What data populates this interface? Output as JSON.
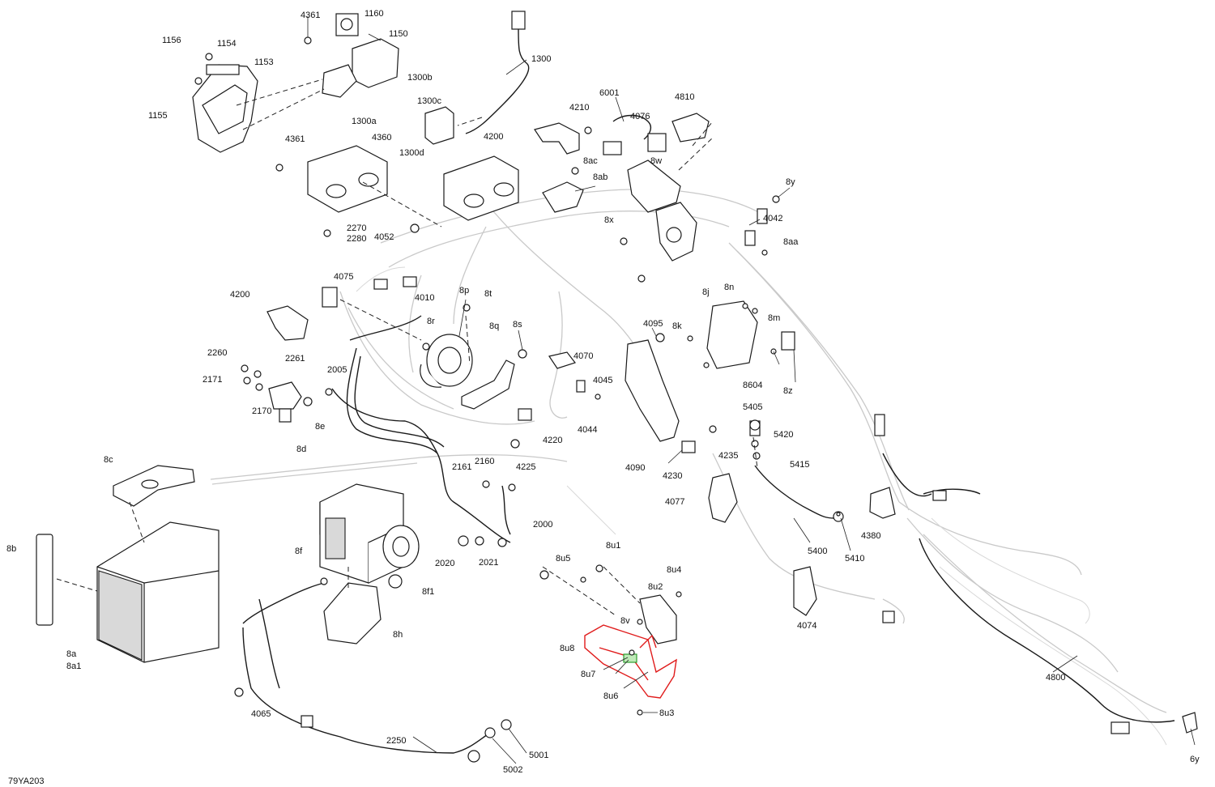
{
  "figure_id": "79YA203",
  "callouts": [
    "4361",
    "1160",
    "1150",
    "1156",
    "1154",
    "1153",
    "1155",
    "1300",
    "1300b",
    "1300c",
    "1300a",
    "1300d",
    "4210",
    "6001",
    "4810",
    "4076",
    "4200",
    "8ac",
    "8ab",
    "8w",
    "4361",
    "4360",
    "8y",
    "2270",
    "2280",
    "4052",
    "8x",
    "4042",
    "8aa",
    "4075",
    "4010",
    "8p",
    "8t",
    "4200",
    "8j",
    "8n",
    "8m",
    "8r",
    "8q",
    "8s",
    "4095",
    "8k",
    "2260",
    "2261",
    "2171",
    "2005",
    "4070",
    "4045",
    "8604",
    "8z",
    "2170",
    "8e",
    "8d",
    "4044",
    "4220",
    "5405",
    "5420",
    "4225",
    "4235",
    "5415",
    "4090",
    "4230",
    "8c",
    "2161",
    "2160",
    "4077",
    "2000",
    "8b",
    "8f",
    "8u1",
    "8u5",
    "8u4",
    "5400",
    "5410",
    "4380",
    "2020",
    "2021",
    "8f1",
    "8u2",
    "8v",
    "4074",
    "8a",
    "8a1",
    "8h",
    "8u8",
    "8u7",
    "8u6",
    "4800",
    "4065",
    "8u3",
    "2250",
    "5001",
    "5002",
    "6y"
  ],
  "colors": {
    "highlight_assembly": "#e01b1b",
    "highlight_part": "#2f9d2f",
    "harness": "#c9c9c9",
    "ink": "#1a1a1a"
  }
}
